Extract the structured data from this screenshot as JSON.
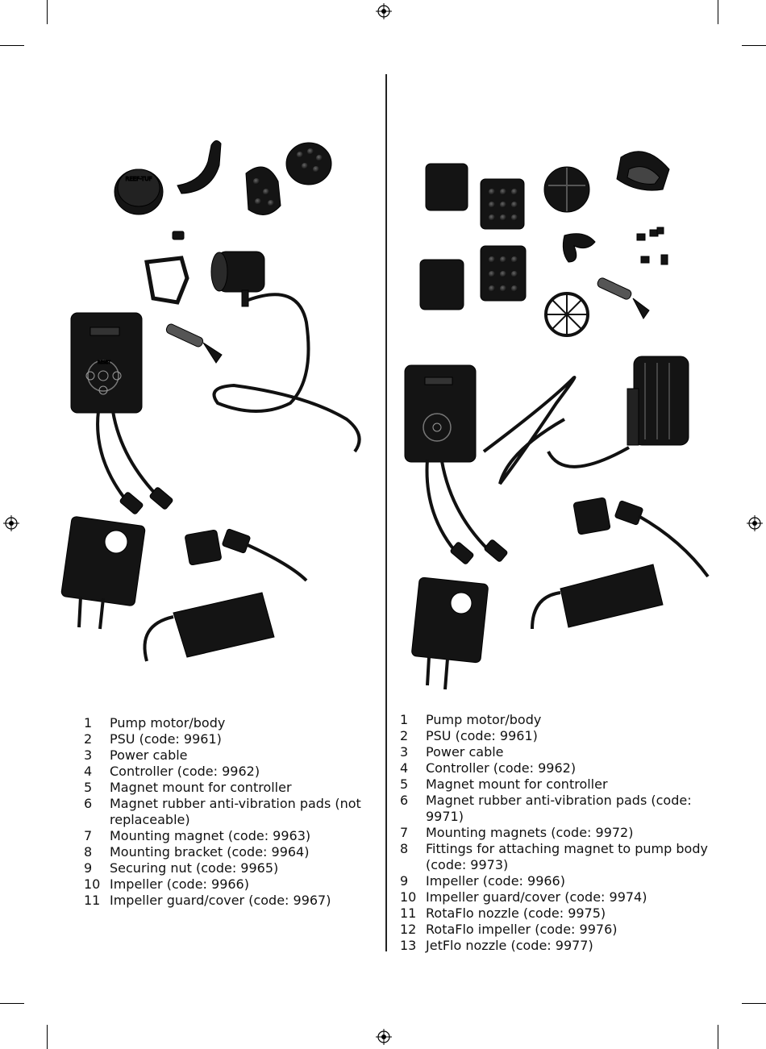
{
  "left_parts": [
    {
      "num": "1",
      "text": "Pump motor/body"
    },
    {
      "num": "2",
      "text": "PSU (code: 9961)"
    },
    {
      "num": "3",
      "text": "Power cable"
    },
    {
      "num": "4",
      "text": "Controller (code: 9962)"
    },
    {
      "num": "5",
      "text": "Magnet mount for controller"
    },
    {
      "num": "6",
      "text": "Magnet rubber anti-vibration pads (not replaceable)"
    },
    {
      "num": "7",
      "text": "Mounting magnet (code: 9963)"
    },
    {
      "num": "8",
      "text": "Mounting bracket (code: 9964)"
    },
    {
      "num": "9",
      "text": "Securing nut (code: 9965)"
    },
    {
      "num": "10",
      "text": "Impeller (code: 9966)"
    },
    {
      "num": "11",
      "text": "Impeller guard/cover (code: 9967)"
    }
  ],
  "right_parts": [
    {
      "num": "1",
      "text": "Pump motor/body"
    },
    {
      "num": "2",
      "text": "PSU (code: 9961)"
    },
    {
      "num": "3",
      "text": "Power cable"
    },
    {
      "num": "4",
      "text": "Controller (code: 9962)"
    },
    {
      "num": "5",
      "text": "Magnet mount for controller"
    },
    {
      "num": "6",
      "text": "Magnet rubber anti-vibration pads (code: 9971)"
    },
    {
      "num": "7",
      "text": "Mounting magnets (code: 9972)"
    },
    {
      "num": "8",
      "text": "Fittings for attaching magnet to pump body (code: 9973)"
    },
    {
      "num": "9",
      "text": "Impeller (code: 9966)"
    },
    {
      "num": "10",
      "text": "Impeller guard/cover (code: 9974)"
    },
    {
      "num": "11",
      "text": "RotaFlo nozzle (code: 9975)"
    },
    {
      "num": "12",
      "text": "RotaFlo impeller (code: 9976)"
    },
    {
      "num": "13",
      "text": "JetFlo nozzle (code: 9977)"
    }
  ],
  "photo_labels": {
    "controller_button": "RESET",
    "nut_brand": "REEF-TUF"
  }
}
